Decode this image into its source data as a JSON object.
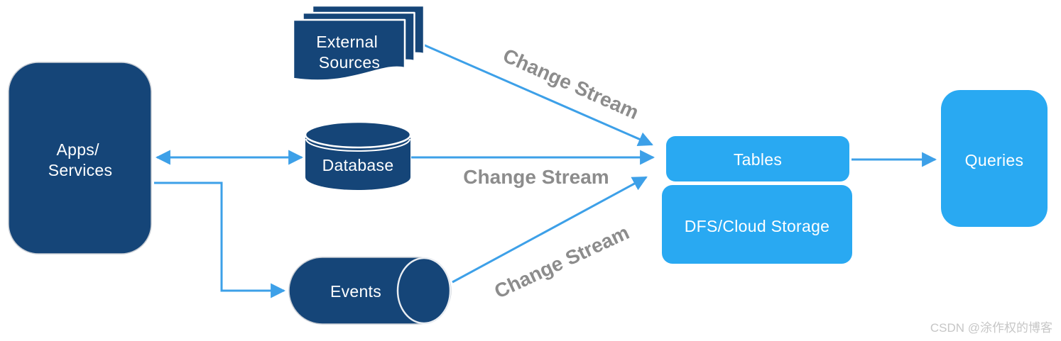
{
  "colors": {
    "node_dark": "#154578",
    "node_light": "#29A9F2",
    "arrow": "#3DA0E8",
    "edge_label": "#8C8C8C",
    "node_text": "#FFFFFF"
  },
  "nodes": {
    "apps_services": {
      "line1": "Apps/",
      "line2": "Services"
    },
    "external_sources": {
      "line1": "External",
      "line2": "Sources"
    },
    "database": {
      "label": "Database"
    },
    "events": {
      "label": "Events"
    },
    "tables": {
      "label": "Tables"
    },
    "dfs_cloud_storage": {
      "label": "DFS/Cloud Storage"
    },
    "queries": {
      "label": "Queries"
    }
  },
  "edge_labels": {
    "external_to_tables": "Change Stream",
    "database_to_tables": "Change Stream",
    "events_to_tables": "Change Stream"
  },
  "watermark": "CSDN @涂作权的博客"
}
